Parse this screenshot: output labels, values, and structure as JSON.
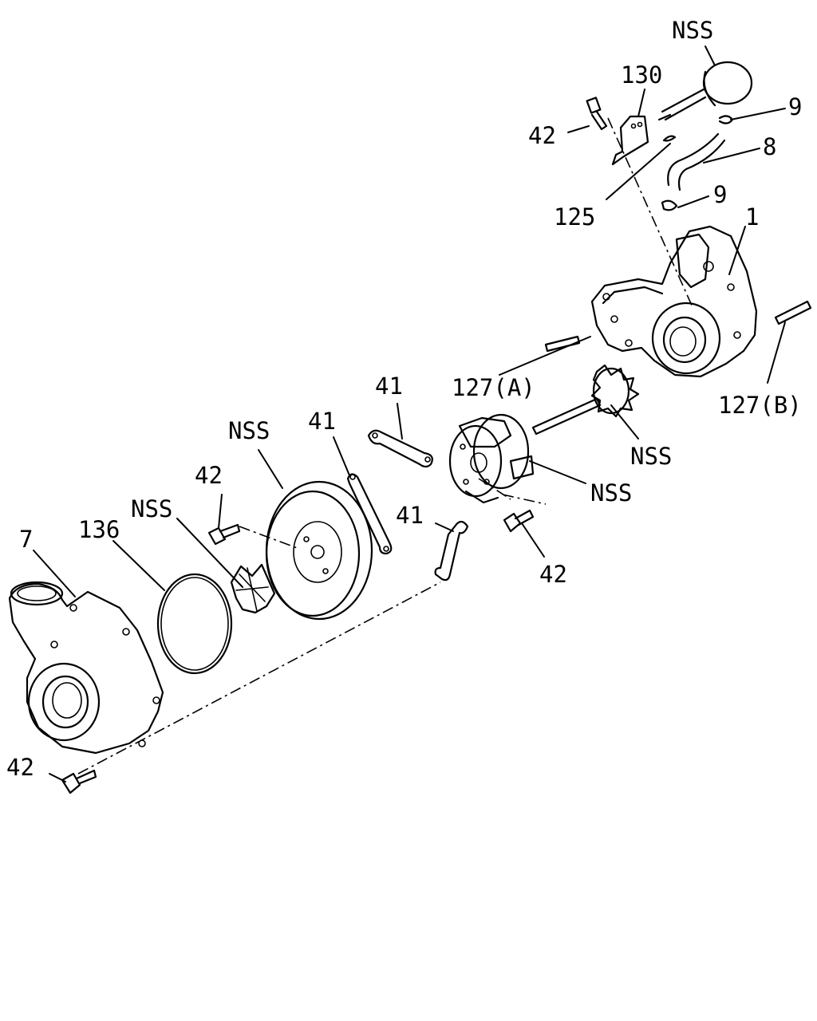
{
  "callouts": {
    "nss_actuator": "NSS",
    "c130": "130",
    "c42_bracket": "42",
    "c9_top": "9",
    "c8": "8",
    "c125": "125",
    "c9_mid": "9",
    "c1": "1",
    "c127a": "127(A)",
    "c127b": "127(B)",
    "c41_top": "41",
    "c41_mid": "41",
    "c41_low": "41",
    "nss_shaft": "NSS",
    "nss_bearing": "NSS",
    "nss_backplate": "NSS",
    "c42_backplate": "42",
    "nss_impeller": "NSS",
    "c136": "136",
    "c7": "7",
    "c42_bearing": "42",
    "c42_bottom": "42"
  }
}
